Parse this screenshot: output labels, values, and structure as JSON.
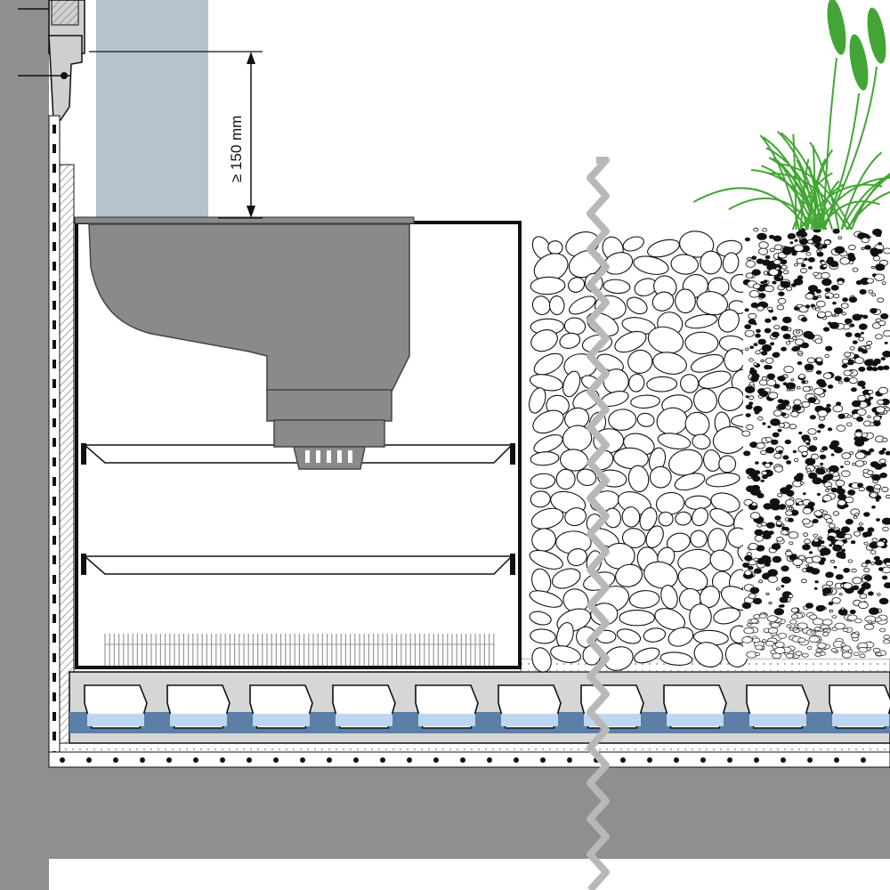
{
  "diagram": {
    "dimension_label": "≥ 150 mm"
  },
  "colors": {
    "concrete": "#8f8f8f",
    "drain_body": "#8a8a8a",
    "water_column": "#b4c3cc",
    "water_band": "#5b7fa6",
    "water_light": "#bcd7ef",
    "plant": "#43a535",
    "crack_line": "#b8b8b8",
    "outline": "#111111"
  },
  "icons": [
    "plant-icon",
    "pebble-pattern",
    "gravel-pattern"
  ]
}
